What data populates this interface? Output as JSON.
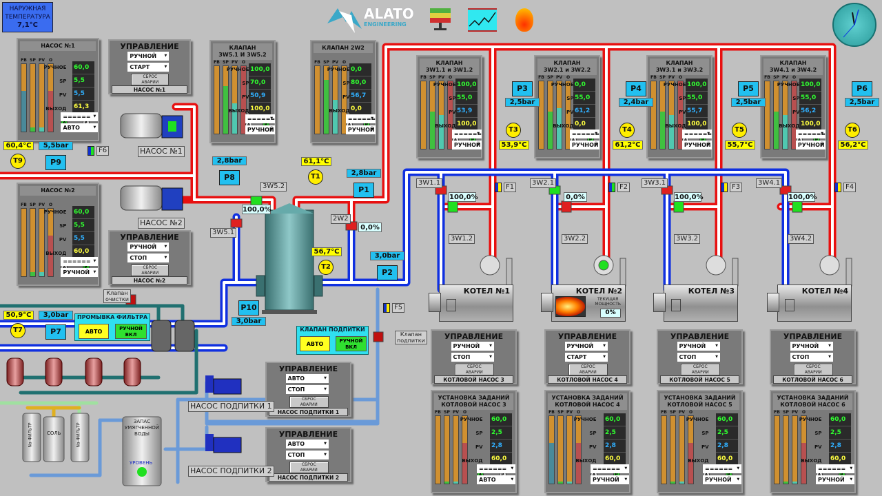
{
  "outside_temp": {
    "title_line1": "НАРУЖНАЯ",
    "title_line2": "ТЕМПЕРАТУРА",
    "value": "7,1°C"
  },
  "logo": {
    "brand": "ALATO",
    "sub": "ENGINEERING"
  },
  "header_icons": [
    "alarm-tower-icon",
    "trend-chart-icon",
    "fire-icon"
  ],
  "clock": {
    "hour": 11,
    "minute": 5
  },
  "common": {
    "bar_labels": [
      "FB",
      "SP",
      "PV",
      "O"
    ],
    "row_labels": [
      "РУЧНОЕ",
      "SP",
      "PV",
      "ВЫХОД"
    ],
    "led_a": "A",
    "led_p": "P",
    "ctrl_title": "УПРАВЛЕНИЕ",
    "reset_line1": "СБРОС",
    "reset_line2": "АВАРИИ",
    "blank_select": "======"
  },
  "colors": {
    "hot_pipe": "#e81010",
    "cold_pipe": "#1030e0",
    "bar_orange": "#d09030",
    "bar_green": "#40c040",
    "bar_teal": "#50c8b0",
    "bar_red": "#b85050",
    "bar_blue": "#4a8a9a",
    "val_green": "#30ff30",
    "val_blue": "#30b0ff",
    "val_yellow": "#ffff40"
  },
  "pump_panels": [
    {
      "title": "НАСОС №1",
      "manual": "60,0",
      "sp": "5,5",
      "pv": "5,5",
      "out": "61,3",
      "fb": 0.6,
      "spf": 0.06,
      "pvf": 0.06,
      "of": 0.6,
      "fb_color": "blue",
      "led_a_on": true,
      "led_p_on": false,
      "sel1": "======",
      "sel2": "АВТО"
    },
    {
      "title": "НАСОС №2",
      "manual": "60,0",
      "sp": "5,5",
      "pv": "5,5",
      "out": "60,0",
      "fb": 0.0,
      "spf": 0.06,
      "pvf": 0.06,
      "of": 0.6,
      "fb_color": "blue",
      "led_a_on": false,
      "led_p_on": true,
      "sel1": "======",
      "sel2": "РУЧНОЙ"
    }
  ],
  "pump_controls": [
    {
      "mode": "РУЧНОЙ",
      "cmd": "СТАРТ",
      "footer": "НАСОС №1"
    },
    {
      "mode": "РУЧНОЙ",
      "cmd": "СТОП",
      "footer": "НАСОС №2"
    }
  ],
  "valve_panels": [
    {
      "title1": "КЛАПАН",
      "title2": "3W5.1 И 3W5.2",
      "manual": "100,0",
      "sp": "70,0",
      "pv": "50,9",
      "out": "100,0",
      "spf": 0.7,
      "pvf": 0.45,
      "of": 1.0,
      "sel2": "РУЧНОЙ"
    },
    {
      "title1": "КЛАПАН 2W2",
      "title2": "",
      "manual": "0,0",
      "sp": "80,0",
      "pv": "56,7",
      "out": "0,0",
      "spf": 0.8,
      "pvf": 0.5,
      "of": 0.0,
      "sel2": "РУЧНОЙ"
    },
    {
      "title1": "КЛАПАН",
      "title2": "3W1.1 и 3W1.2",
      "manual": "100,0",
      "sp": "55,0",
      "pv": "53,9",
      "out": "100,0",
      "spf": 0.55,
      "pvf": 0.5,
      "of": 1.0,
      "sel2": "РУЧНОЙ"
    },
    {
      "title1": "КЛАПАН",
      "title2": "3W2.1 и 3W2.2",
      "manual": "0,0",
      "sp": "55,0",
      "pv": "61,2",
      "out": "0,0",
      "spf": 0.55,
      "pvf": 0.6,
      "of": 0.0,
      "sel2": "РУЧНОЙ"
    },
    {
      "title1": "КЛАПАН",
      "title2": "3W3.1 и 3W3.2",
      "manual": "100,0",
      "sp": "55,0",
      "pv": "55,7",
      "out": "100,0",
      "spf": 0.55,
      "pvf": 0.5,
      "of": 1.0,
      "sel2": "РУЧНОЙ"
    },
    {
      "title1": "КЛАПАН",
      "title2": "3W4.1 и 3W4.2",
      "manual": "100,0",
      "sp": "55,0",
      "pv": "56,2",
      "out": "100,0",
      "spf": 0.55,
      "pvf": 0.5,
      "of": 1.0,
      "sel2": "РУЧНОЙ"
    }
  ],
  "sensors": {
    "P1": {
      "label": "P1",
      "value": "2,8bar"
    },
    "P2": {
      "label": "P2",
      "value": "3,0bar"
    },
    "P3": {
      "label": "P3",
      "value": "2,5bar"
    },
    "P4": {
      "label": "P4",
      "value": "2,4bar"
    },
    "P5": {
      "label": "P5",
      "value": "2,5bar"
    },
    "P6": {
      "label": "P6",
      "value": "2,5bar"
    },
    "P7": {
      "label": "P7",
      "value": "3,0bar"
    },
    "P8": {
      "label": "P8",
      "value": "2,8bar"
    },
    "P9": {
      "label": "P9",
      "value": "5,5bar"
    },
    "P10": {
      "label": "P10",
      "value": "3,0bar"
    },
    "T1": {
      "label": "T1",
      "value": "61,1°C"
    },
    "T2": {
      "label": "T2",
      "value": "56,7°C"
    },
    "T3": {
      "label": "T3",
      "value": "53,9°C"
    },
    "T4": {
      "label": "T4",
      "value": "61,2°C"
    },
    "T5": {
      "label": "T5",
      "value": "55,7°C"
    },
    "T6": {
      "label": "T6",
      "value": "56,2°C"
    },
    "T7": {
      "label": "T7",
      "value": "50,9°C"
    },
    "T9": {
      "label": "T9",
      "value": "60,4°C"
    }
  },
  "valve_tags": {
    "v3w51": "3W5.1",
    "v3w52": "3W5.2",
    "v2w2": "2W2",
    "v3w11": "3W1.1",
    "v3w12": "3W1.2",
    "v3w21": "3W2.1",
    "v3w22": "3W2.2",
    "v3w31": "3W3.1",
    "v3w32": "3W3.2",
    "v3w41": "3W4.1",
    "v3w42": "3W4.2",
    "pct_3w5": "100,0%",
    "pct_2w2": "0,0%",
    "pct_b1": "100,0%",
    "pct_b2": "0,0%",
    "pct_b3": "100,0%",
    "pct_b4": "100,0%"
  },
  "flow": {
    "F1": "F1",
    "F2": "F2",
    "F3": "F3",
    "F4": "F4",
    "F5": "F5",
    "F6": "F6"
  },
  "pumps": {
    "p1": "НАСОС №1",
    "p2": "НАСОС №2",
    "mu1": "НАСОС ПОДПИТКИ 1",
    "mu2": "НАСОС ПОДПИТКИ 2"
  },
  "boilers": [
    {
      "name": "КОТЕЛ №1",
      "burning": false
    },
    {
      "name": "КОТЕЛ №2",
      "burning": true,
      "power_label1": "ТЕКУЩАЯ",
      "power_label2": "МОЩНОСТЬ",
      "power": "0%"
    },
    {
      "name": "КОТЕЛ №3",
      "burning": false
    },
    {
      "name": "КОТЕЛ №4",
      "burning": false
    }
  ],
  "boiler_controls": [
    {
      "mode": "РУЧНОЙ",
      "cmd": "СТОП",
      "footer": "КОТЛОВОЙ НАСОС 3"
    },
    {
      "mode": "РУЧНОЙ",
      "cmd": "СТАРТ",
      "footer": "КОТЛОВОЙ НАСОС 4"
    },
    {
      "mode": "РУЧНОЙ",
      "cmd": "СТОП",
      "footer": "КОТЛОВОЙ НАСОС 5"
    },
    {
      "mode": "РУЧНОЙ",
      "cmd": "СТОП",
      "footer": "КОТЛОВОЙ НАСОС 6"
    }
  ],
  "boiler_setpoints": [
    {
      "title1": "УСТАНОВКА ЗАДАНИЙ",
      "title2": "КОТЛОВОЙ НАСОС 3",
      "manual": "60,0",
      "sp": "2,5",
      "pv": "2,8",
      "out": "60,0",
      "fb": 0.0,
      "spf": 0.03,
      "pvf": 0.03,
      "of": 0.6,
      "led_a_on": true,
      "led_p_on": false,
      "sel2": "АВТО"
    },
    {
      "title1": "УСТАНОВКА ЗАДАНИЙ",
      "title2": "КОТЛОВОЙ НАСОС 4",
      "manual": "60,0",
      "sp": "2,5",
      "pv": "2,8",
      "out": "60,0",
      "fb": 0.6,
      "spf": 0.03,
      "pvf": 0.03,
      "of": 0.6,
      "led_a_on": false,
      "led_p_on": true,
      "sel2": "РУЧНОЙ"
    },
    {
      "title1": "УСТАНОВКА ЗАДАНИЙ",
      "title2": "КОТЛОВОЙ НАСОС 5",
      "manual": "60,0",
      "sp": "2,5",
      "pv": "2,8",
      "out": "60,0",
      "fb": 0.0,
      "spf": 0.03,
      "pvf": 0.03,
      "of": 0.6,
      "led_a_on": false,
      "led_p_on": true,
      "sel2": "РУЧНОЙ"
    },
    {
      "title1": "УСТАНОВКА ЗАДАНИЙ",
      "title2": "КОТЛОВОЙ НАСОС 6",
      "manual": "60,0",
      "sp": "2,5",
      "pv": "2,8",
      "out": "60,0",
      "fb": 0.0,
      "spf": 0.03,
      "pvf": 0.03,
      "of": 0.6,
      "led_a_on": false,
      "led_p_on": true,
      "sel2": "РУЧНОЙ"
    }
  ],
  "filter_wash": {
    "title": "ПРОМЫВКА ФИЛЬТРА",
    "auto": "АВТО",
    "manual1": "РУЧНОЙ",
    "manual2": "ВКЛ",
    "valve_label1": "Клапан",
    "valve_label2": "очистки"
  },
  "makeup_valve": {
    "title": "КЛАПАН ПОДПИТКИ",
    "auto": "АВТО",
    "manual1": "РУЧНОЙ",
    "manual2": "ВКЛ",
    "valve_label1": "Клапан",
    "valve_label2": "подпитки"
  },
  "makeup_controls": [
    {
      "mode": "АВТО",
      "cmd": "СТОП",
      "footer": "НАСОС ПОДПИТКИ 1"
    },
    {
      "mode": "АВТО",
      "cmd": "СТОП",
      "footer": "НАСОС ПОДПИТКИ 2"
    }
  ],
  "softener": {
    "filter1": "Na-ФИЛЬТР",
    "salt": "СОЛЬ",
    "filter2": "Na-ФИЛЬТР"
  },
  "tank": {
    "line1": "ЗАПАС",
    "line2": "УМЯГЧЕННОЙ",
    "line3": "ВОДЫ",
    "level_label": "УРОВЕНЬ",
    "level_ok": true
  }
}
